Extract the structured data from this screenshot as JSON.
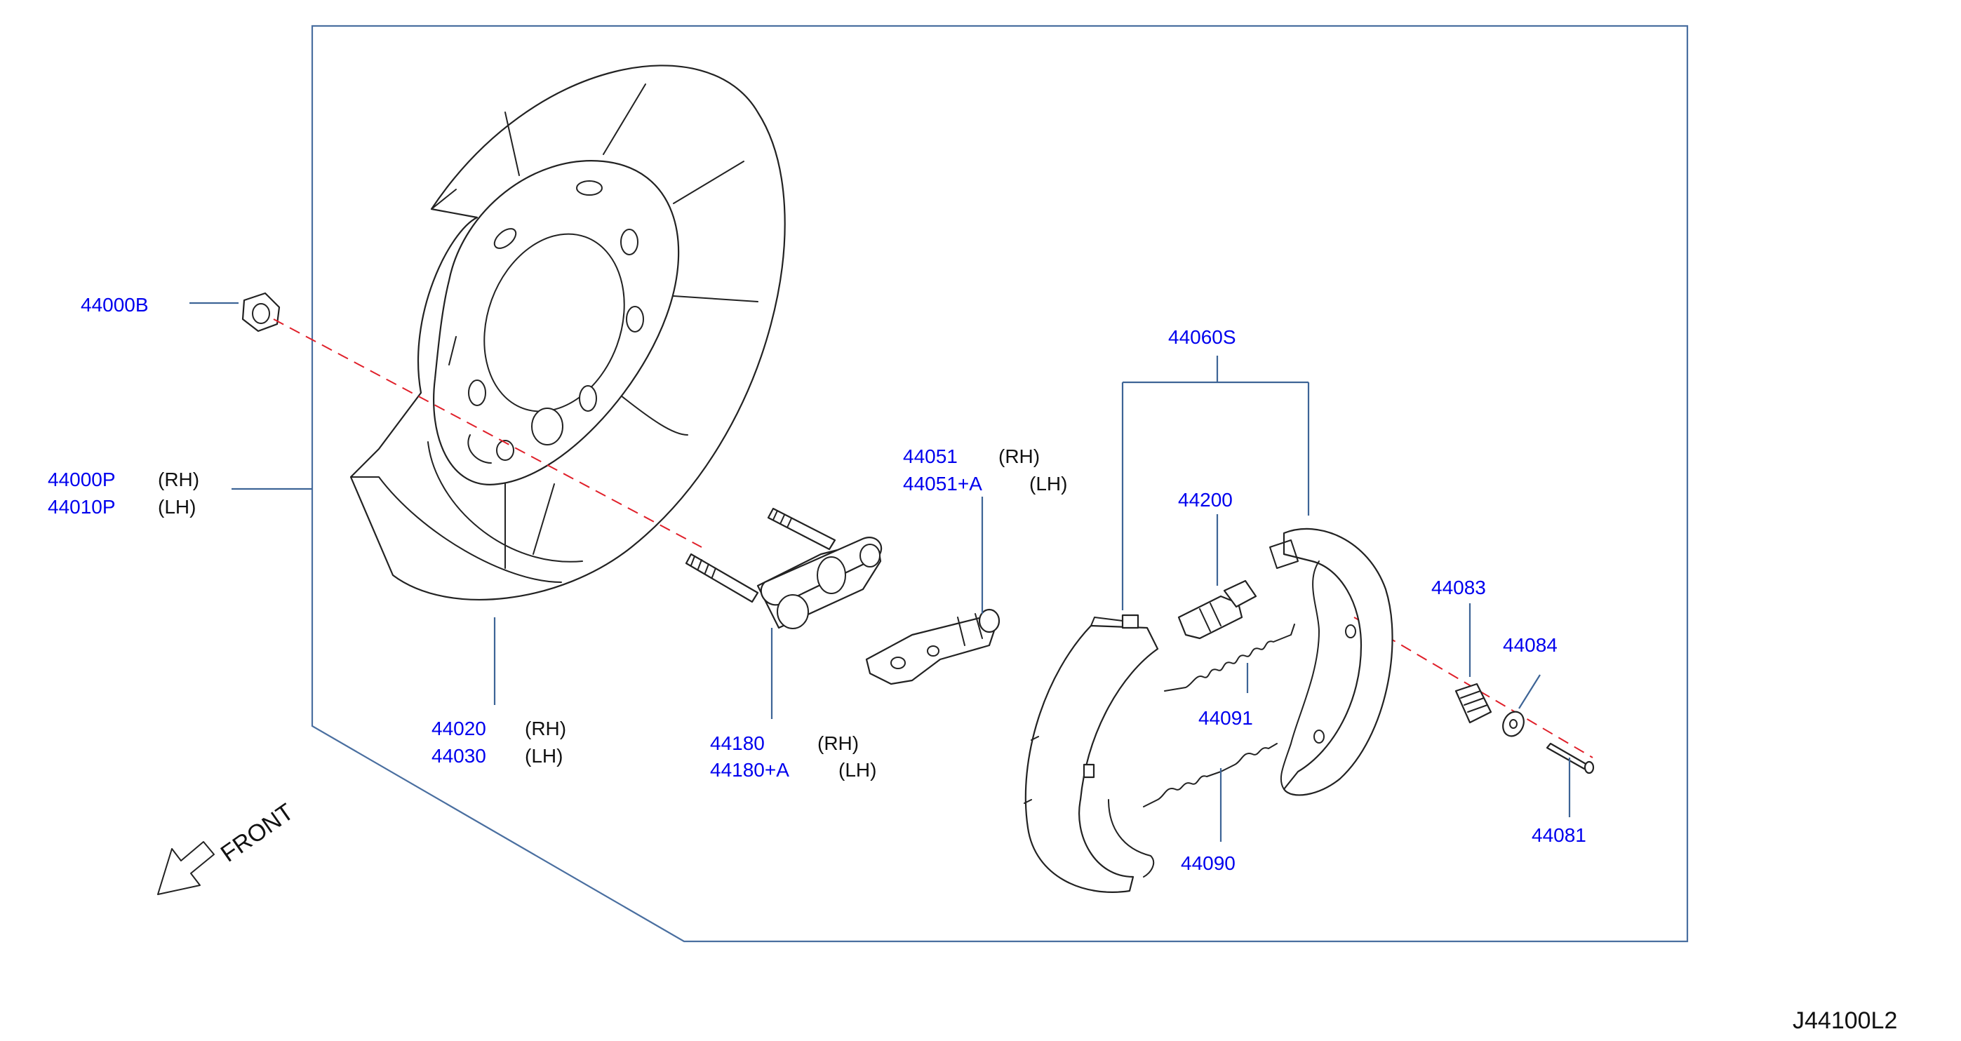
{
  "labels": {
    "p44000B": "44000B",
    "p44000P": "44000P",
    "p44000P_side": "(RH)",
    "p44010P": "44010P",
    "p44010P_side": "(LH)",
    "p44020": "44020",
    "p44020_side": "(RH)",
    "p44030": "44030",
    "p44030_side": "(LH)",
    "p44180": "44180",
    "p44180_side": "(RH)",
    "p44180A": "44180+A",
    "p44180A_side": "(LH)",
    "p44051": "44051",
    "p44051_side": "(RH)",
    "p44051A": "44051+A",
    "p44051A_side": "(LH)",
    "p44060S": "44060S",
    "p44200": "44200",
    "p44083": "44083",
    "p44084": "44084",
    "p44091": "44091",
    "p44090": "44090",
    "p44081": "44081"
  },
  "front_label": "FRONT",
  "diagram_ref": "J44100L2",
  "colors": {
    "part_number": "#0000ee",
    "leader": "#3d6496",
    "axis": "#e0202a",
    "outline": "#222222"
  }
}
